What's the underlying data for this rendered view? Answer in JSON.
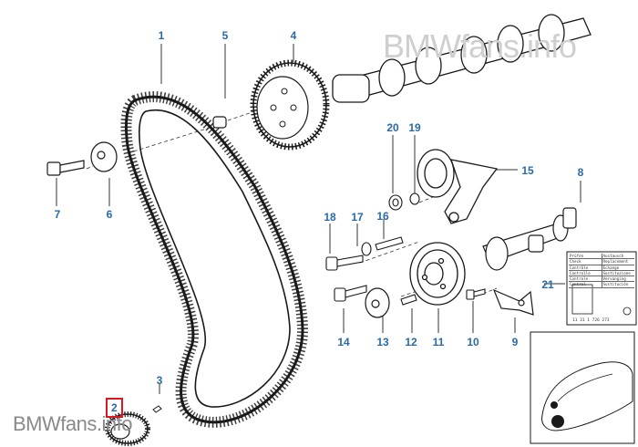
{
  "watermark": {
    "top": "BMWfans.info",
    "bottom": "BMWfans.info"
  },
  "parts": [
    {
      "number": "1"
    },
    {
      "number": "2"
    },
    {
      "number": "3"
    },
    {
      "number": "4"
    },
    {
      "number": "5"
    },
    {
      "number": "6"
    },
    {
      "number": "7"
    },
    {
      "number": "8"
    },
    {
      "number": "9"
    },
    {
      "number": "10"
    },
    {
      "number": "11"
    },
    {
      "number": "12"
    },
    {
      "number": "13"
    },
    {
      "number": "14"
    },
    {
      "number": "15"
    },
    {
      "number": "16"
    },
    {
      "number": "17"
    },
    {
      "number": "18"
    },
    {
      "number": "19"
    },
    {
      "number": "20"
    },
    {
      "number": "21"
    }
  ],
  "selected_part": "2",
  "label_sticker": {
    "rows": [
      [
        "Prüfen",
        "Austausch"
      ],
      [
        "Check",
        "Replacement"
      ],
      [
        "Contrôle",
        "Échange"
      ],
      [
        "Controllo",
        "Sostituzione"
      ],
      [
        "Controle",
        "Vervanging"
      ],
      [
        "Control",
        "Sustitución"
      ]
    ],
    "code": "11 31 1 726 273"
  },
  "colors": {
    "part_number": "#2a6aa8",
    "selection_box": "#e0161c",
    "line_art": "#1a1a1a"
  }
}
